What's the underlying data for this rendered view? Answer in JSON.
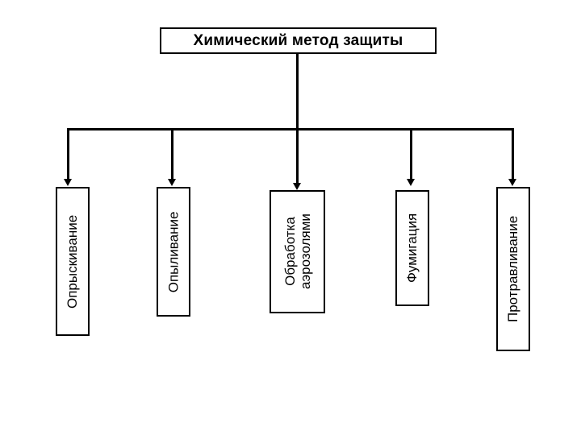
{
  "diagram": {
    "type": "hierarchy-tree",
    "orientation": "top-down",
    "language": "ru",
    "root": {
      "label": "Химический метод защиты",
      "text_color": "#000000",
      "border_color": "#000000",
      "fill_color": "#ffffff"
    },
    "children": [
      {
        "id": "opryskivanie",
        "label": "Опрыскивание",
        "lines": [
          "Опрыскивание"
        ]
      },
      {
        "id": "opylivanie",
        "label": "Опыливание",
        "lines": [
          "Опыливание"
        ]
      },
      {
        "id": "aerozoli",
        "label": "Обработка аэрозолями",
        "lines": [
          "Обработка",
          "аэрозолями"
        ]
      },
      {
        "id": "fumigaciya",
        "label": "Фумигация",
        "lines": [
          "Фумигация"
        ]
      },
      {
        "id": "protravlivanie",
        "label": "Протравливание",
        "lines": [
          "Протравливание"
        ]
      }
    ],
    "style": {
      "background": "#ffffff",
      "line_color": "#000000",
      "text_orientation_children": "vertical-rotated-90ccw"
    }
  }
}
